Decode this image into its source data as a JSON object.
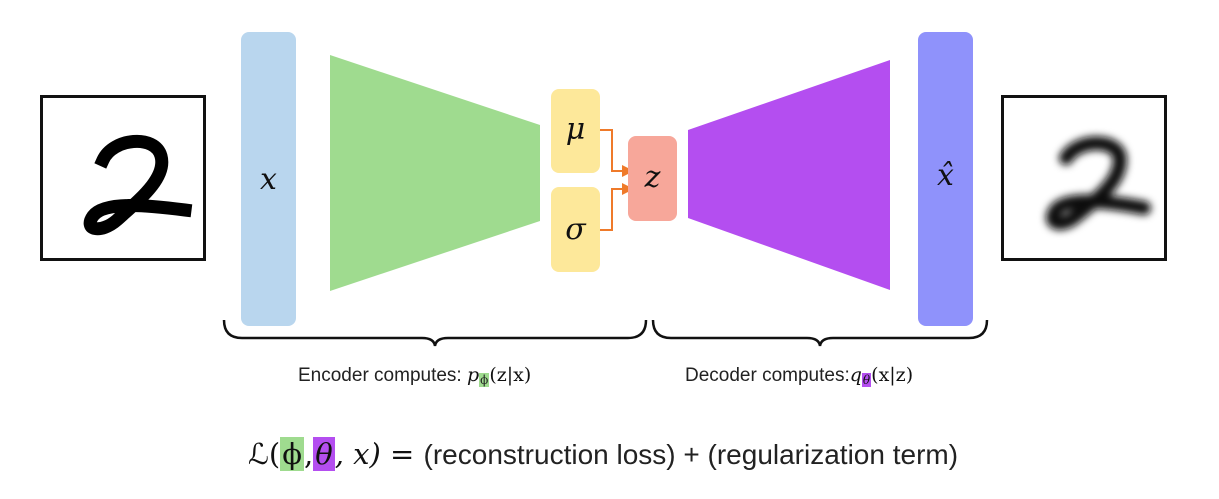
{
  "diagram": {
    "input_var": "x",
    "mu": "μ",
    "sigma": "σ",
    "latent": "z",
    "output_var": "x̂",
    "encoder_caption": {
      "text": "Encoder computes: ",
      "p": "p",
      "param": "ϕ",
      "args": "(z|x)"
    },
    "decoder_caption": {
      "text": "Decoder computes:",
      "q": "q",
      "param": "θ",
      "args": "(x|z)"
    },
    "loss": {
      "L": "ℒ",
      "open": "(",
      "phi": "ϕ",
      "comma1": ",",
      "theta": "θ",
      "comma2": ", x) = ",
      "rhs": "(reconstruction loss) + (regularization term)"
    },
    "colors": {
      "input_bar": "#b9d6ee",
      "encoder": "#9fdb8f",
      "mu_sigma": "#fde89a",
      "latent": "#f7a79a",
      "decoder": "#b44ef0",
      "output_bar": "#8f92fb",
      "arrow": "#ef7a2a",
      "phi_highlight": "#9fdb8f",
      "theta_highlight": "#b44ef0"
    }
  }
}
